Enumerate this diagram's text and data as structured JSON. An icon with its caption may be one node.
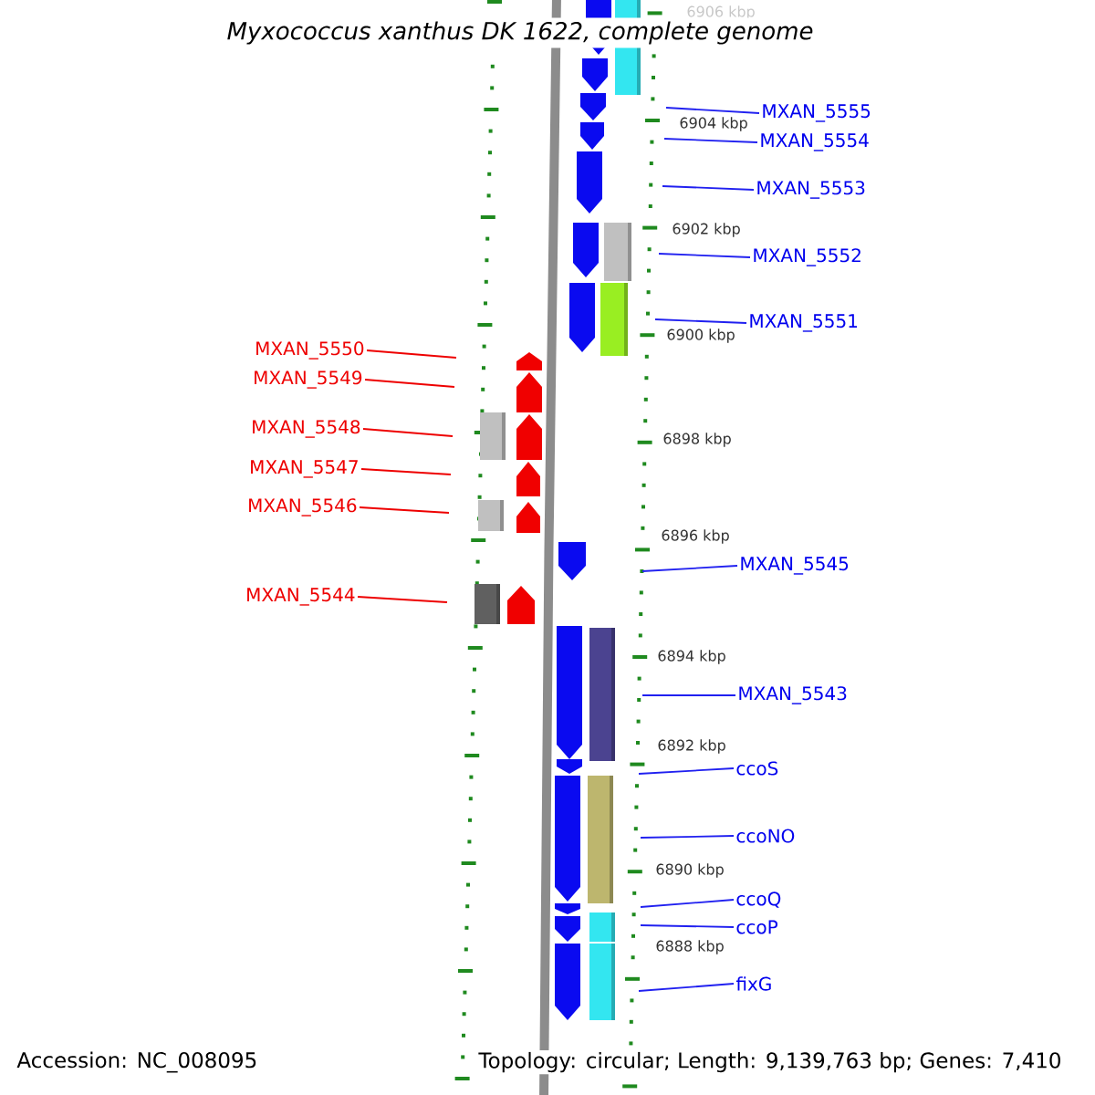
{
  "diagram": {
    "title": "Myxococcus xanthus DK 1622, complete genome",
    "nodes": [
      {
        "text": [
          "MXAN_5555"
        ]
      },
      {
        "text": [
          "MXAN_5554"
        ]
      },
      {
        "text": [
          "MXAN_5553"
        ]
      },
      {
        "text": [
          "MXAN_5552"
        ]
      },
      {
        "text": [
          "MXAN_5551"
        ]
      },
      {
        "text": [
          "MXAN_5550"
        ]
      },
      {
        "text": [
          "MXAN_5549"
        ]
      },
      {
        "text": [
          "MXAN_5548"
        ]
      },
      {
        "text": [
          "MXAN_5547"
        ]
      },
      {
        "text": [
          "MXAN_5546"
        ]
      },
      {
        "text": [
          "MXAN_5545"
        ]
      },
      {
        "text": [
          "MXAN_5544"
        ]
      },
      {
        "text": [
          "MXAN_5543"
        ]
      },
      {
        "text": [
          "ccoS"
        ]
      },
      {
        "text": [
          "ccoNO"
        ]
      },
      {
        "text": [
          "ccoQ"
        ]
      },
      {
        "text": [
          "ccoP"
        ]
      },
      {
        "text": [
          "fixG"
        ]
      }
    ],
    "edges": [
      {
        "from": 0,
        "to": null,
        "arrow": "none"
      },
      {
        "from": 1,
        "to": null,
        "arrow": "none"
      },
      {
        "from": 2,
        "to": null,
        "arrow": "none"
      },
      {
        "from": 3,
        "to": null,
        "arrow": "none"
      },
      {
        "from": 4,
        "to": null,
        "arrow": "none"
      },
      {
        "from": 5,
        "to": null,
        "arrow": "none",
        "color": "#ee0000"
      },
      {
        "from": 6,
        "to": null,
        "arrow": "none",
        "color": "#ee0000"
      },
      {
        "from": 7,
        "to": null,
        "arrow": "none",
        "color": "#ee0000"
      },
      {
        "from": 8,
        "to": null,
        "arrow": "none",
        "color": "#ee0000"
      },
      {
        "from": 9,
        "to": null,
        "arrow": "none",
        "color": "#ee0000"
      },
      {
        "from": 10,
        "to": null,
        "arrow": "none"
      },
      {
        "from": 11,
        "to": null,
        "arrow": "none",
        "color": "#ee0000"
      },
      {
        "from": 12,
        "to": null,
        "arrow": "none"
      },
      {
        "from": 13,
        "to": null,
        "arrow": "none"
      },
      {
        "from": 14,
        "to": null,
        "arrow": "none"
      },
      {
        "from": 15,
        "to": null,
        "arrow": "none"
      },
      {
        "from": 16,
        "to": null,
        "arrow": "none"
      },
      {
        "from": 17,
        "to": null,
        "arrow": "none"
      }
    ],
    "labels": [
      "6906 kbp",
      "6904 kbp",
      "6902 kbp",
      "6900 kbp",
      "6898 kbp",
      "6896 kbp",
      "6894 kbp",
      "6892 kbp",
      "6890 kbp",
      "6888 kbp",
      "Accession: NC_008095",
      "Topology: circular; Length: 9,139,763 bp; Genes: 7,410"
    ]
  }
}
